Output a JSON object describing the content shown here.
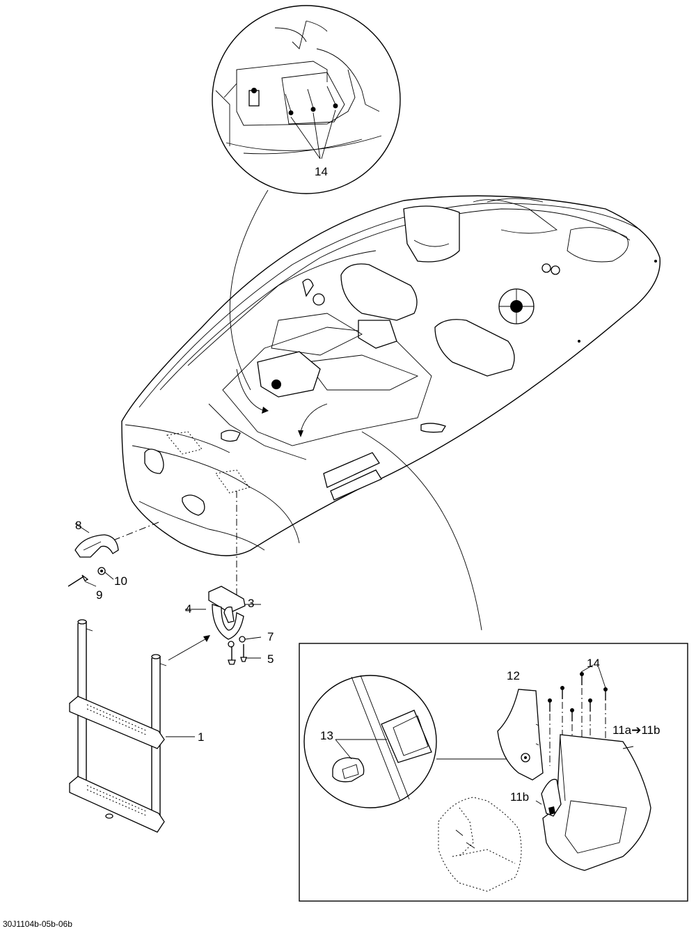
{
  "callouts": {
    "c1": "1",
    "c3": "3",
    "c4": "4",
    "c5": "5",
    "c7": "7",
    "c8": "8",
    "c9": "9",
    "c10": "10",
    "c11a_11b": "11a➔11b",
    "c11b": "11b",
    "c12": "12",
    "c13": "13",
    "c14_top": "14",
    "c14_inset": "14"
  },
  "reference_code": "30J1104b-05b-06b"
}
